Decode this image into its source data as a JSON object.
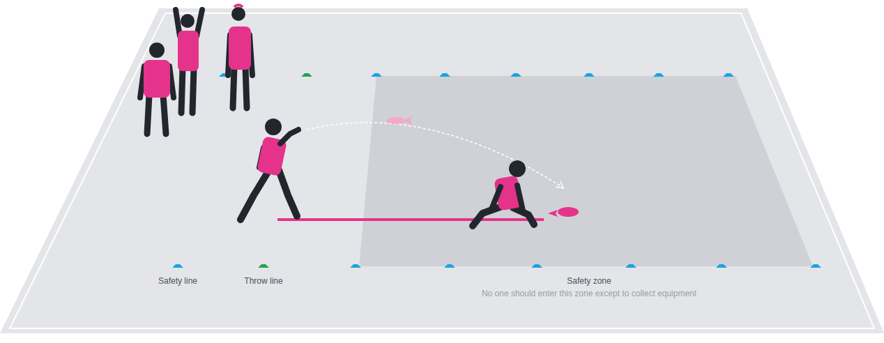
{
  "diagram": {
    "labels": [
      "Safety line",
      "Throw line",
      "Safety zone",
      "No one should enter this zone except to collect equipment"
    ]
  }
}
